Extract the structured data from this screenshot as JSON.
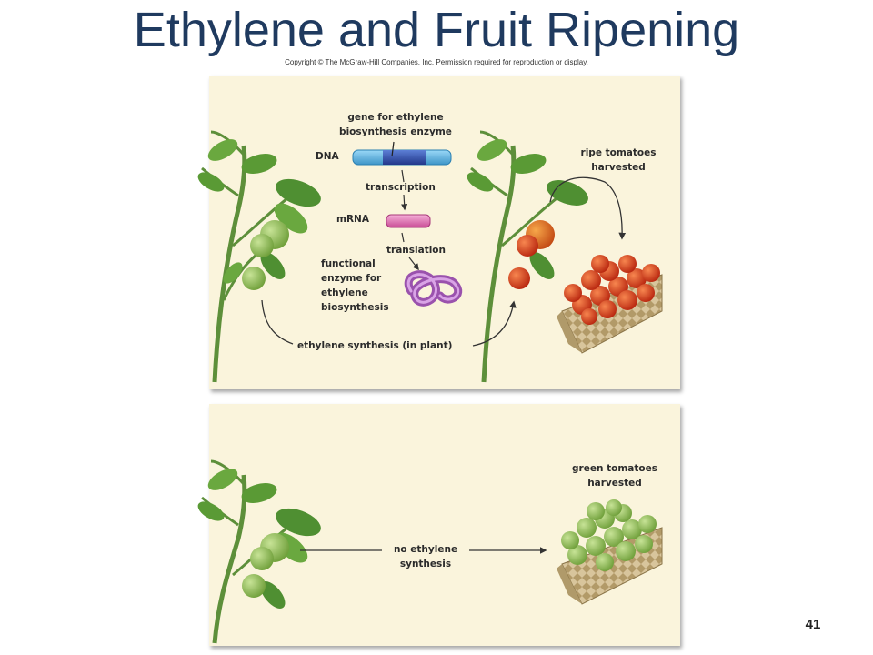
{
  "slide": {
    "title": "Ethylene and Fruit Ripening",
    "copyright": "Copyright © The McGraw-Hill Companies, Inc. Permission required for reproduction or display.",
    "page_number": "41"
  },
  "top_panel": {
    "gene_label": "gene for ethylene\nbiosynthesis enzyme",
    "dna_label": "DNA",
    "transcription_label": "transcription",
    "mrna_label": "mRNA",
    "translation_label": "translation",
    "enzyme_label": "functional\nenzyme for\nethylene\nbiosynthesis",
    "ethylene_label": "ethylene synthesis (in plant)",
    "harvest_label": "ripe tomatoes\nharvested"
  },
  "bottom_panel": {
    "no_ethylene_label": "no ethylene\nsynthesis",
    "harvest_label": "green tomatoes\nharvested"
  },
  "colors": {
    "title": "#1f3a5f",
    "panel": "#faf4dc",
    "dna_outer": "#5bb6e6",
    "dna_gene": "#2f4fa8",
    "mrna": "#e07ab8",
    "enzyme": "#b46fc4",
    "ripe": "#d9401f",
    "green": "#8fc25a",
    "leaf": "#4f8f32",
    "basket": "#c9b48a"
  },
  "icons": [
    "tomato-plant-icon",
    "dna-icon",
    "mrna-icon",
    "enzyme-icon",
    "basket-icon"
  ]
}
